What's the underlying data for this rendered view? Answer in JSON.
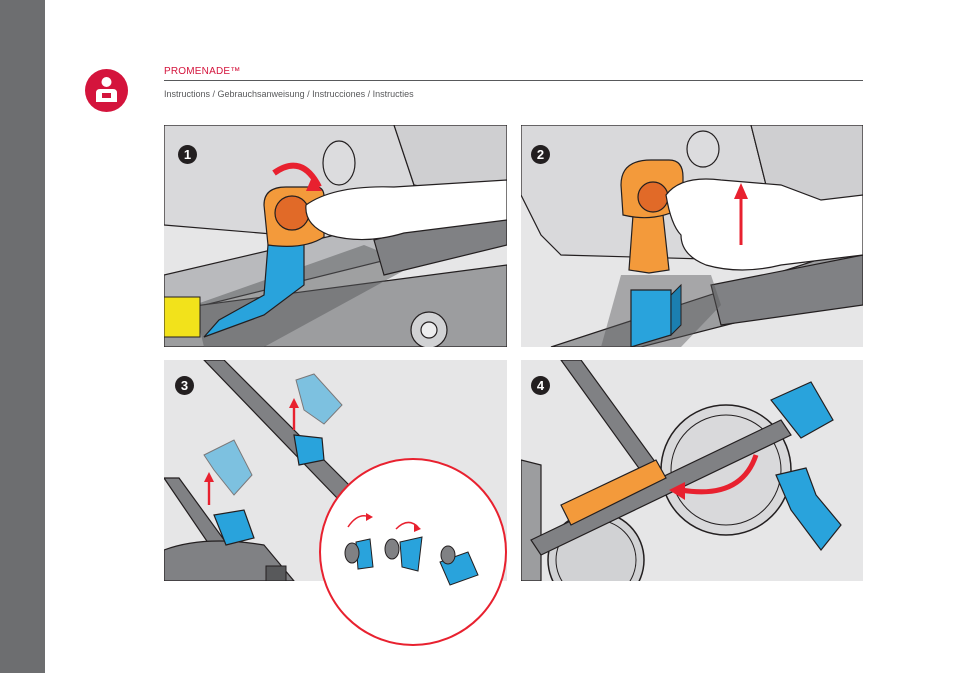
{
  "header": {
    "title": "PROMENADE™",
    "subtitle": "Instructions / Gebrauchsanweisung / Instrucciones / Instructies"
  },
  "steps": [
    {
      "number": "1"
    },
    {
      "number": "2"
    },
    {
      "number": "3"
    },
    {
      "number": "4"
    }
  ],
  "colors": {
    "accent": "#d4143c",
    "sidebar": "#6d6e70",
    "part_orange": "#f39a3b",
    "part_blue": "#29a3dc",
    "part_yellow": "#f2e21b",
    "arrow_red": "#e8212f"
  },
  "icons": {
    "brand": "person-stroller-icon"
  }
}
